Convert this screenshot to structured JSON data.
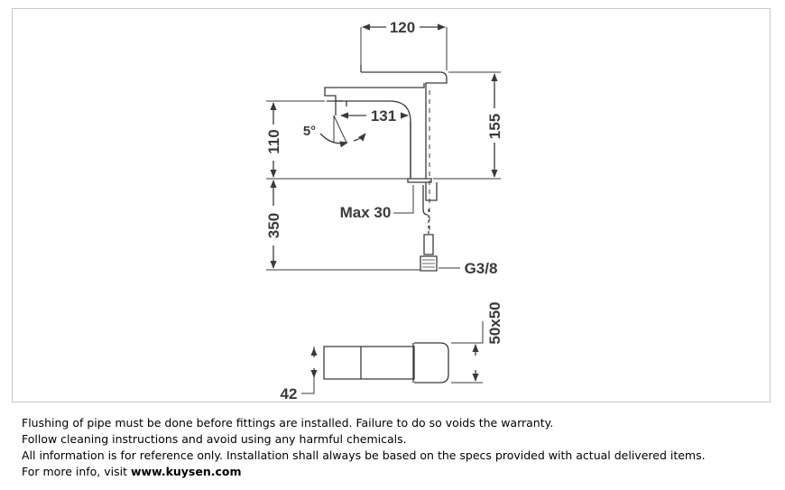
{
  "dimensions": {
    "spout_width": "120",
    "spout_reach": "131",
    "spout_angle": "5°",
    "spout_height": "110",
    "total_height": "155",
    "hose_length": "350",
    "max_counter": "Max 30",
    "thread": "G3/8",
    "body_section": "50x50",
    "body_depth": "42"
  },
  "notes": {
    "line1": "Flushing of pipe must be done before fittings are installed. Failure to do so voids the warranty.",
    "line2": "Follow cleaning instructions and avoid using any harmful chemicals.",
    "line3": "All information is for reference only. Installation shall always be based on the specs provided with actual delivered items.",
    "line4_prefix": "For more info, visit ",
    "line4_link": "www.kuysen.com"
  },
  "colors": {
    "line": "#3a3a3a",
    "frame": "#c8c8c8"
  }
}
